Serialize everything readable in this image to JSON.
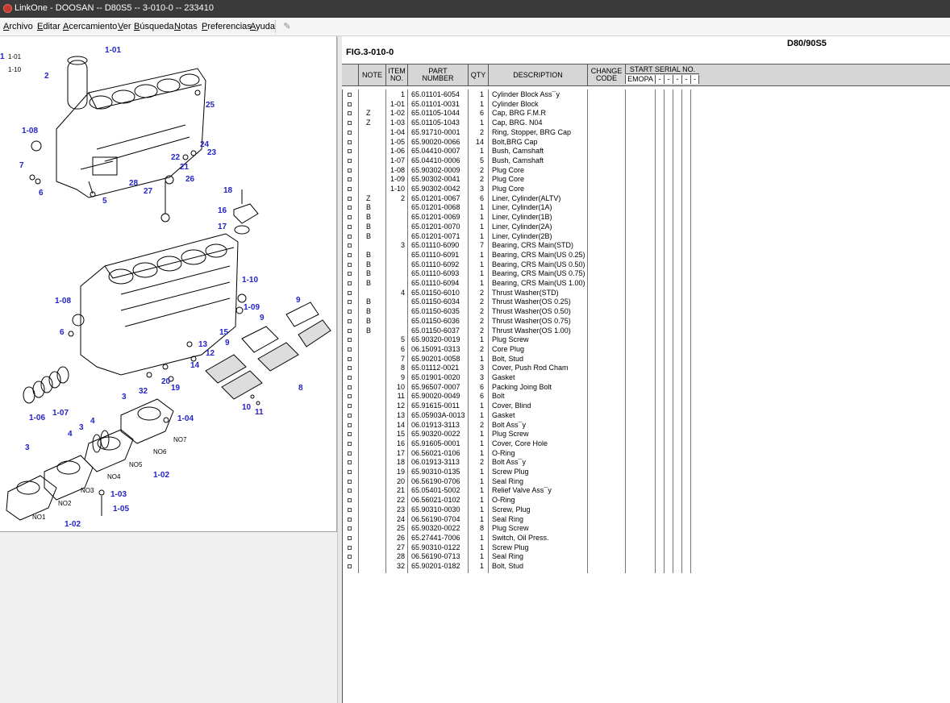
{
  "window": {
    "title": "LinkOne - DOOSAN -- D80S5 -- 3-010-0 -- 233410"
  },
  "menu": {
    "items": [
      {
        "label": "Archivo",
        "u": "A",
        "rest": "rchivo"
      },
      {
        "label": "Editar",
        "u": "E",
        "rest": "ditar"
      },
      {
        "label": "Acercamiento",
        "u": "A",
        "rest": "cercamiento"
      },
      {
        "label": "Ver",
        "u": "V",
        "rest": "er"
      },
      {
        "label": "Búsqueda",
        "u": "B",
        "rest": "úsqueda"
      },
      {
        "label": "Notas",
        "u": "N",
        "rest": "otas"
      },
      {
        "label": "Preferencias",
        "u": "P",
        "rest": "referencias"
      },
      {
        "label": "Ayuda",
        "u": "A",
        "rest": "yuda"
      }
    ]
  },
  "page": {
    "model": "D80/90S5",
    "figure": "FIG.3-010-0"
  },
  "table": {
    "headers": {
      "note": "NOTE",
      "item_1": "ITEM",
      "item_2": "NO.",
      "part_1": "PART",
      "part_2": "NUMBER",
      "qty": "QTY",
      "desc": "DESCRIPTION",
      "change_1": "CHANGE",
      "change_2": "CODE",
      "serial": "START SERIAL NO.",
      "serial_sub": [
        "EMOPA",
        "-",
        "-",
        "-",
        "-",
        "-"
      ]
    },
    "rows": [
      {
        "note": "",
        "item": "1",
        "part": "65.01101-6054",
        "qty": "1",
        "desc": "Cylinder Block Ass¯y"
      },
      {
        "note": "",
        "item": "1-01",
        "part": "65.01101-0031",
        "qty": "1",
        "desc": "Cylinder Block"
      },
      {
        "note": "Z",
        "item": "1-02",
        "part": "65.01105-1044",
        "qty": "6",
        "desc": "Cap, BRG F.M.R"
      },
      {
        "note": "Z",
        "item": "1-03",
        "part": "65.01105-1043",
        "qty": "1",
        "desc": "Cap, BRG. N04"
      },
      {
        "note": "",
        "item": "1-04",
        "part": "65.91710-0001",
        "qty": "2",
        "desc": "Ring, Stopper, BRG Cap"
      },
      {
        "note": "",
        "item": "1-05",
        "part": "65.90020-0066",
        "qty": "14",
        "desc": "Bolt,BRG Cap"
      },
      {
        "note": "",
        "item": "1-06",
        "part": "65.04410-0007",
        "qty": "1",
        "desc": "Bush, Camshaft"
      },
      {
        "note": "",
        "item": "1-07",
        "part": "65.04410-0006",
        "qty": "5",
        "desc": "Bush, Camshaft"
      },
      {
        "note": "",
        "item": "1-08",
        "part": "65.90302-0009",
        "qty": "2",
        "desc": "Plug Core"
      },
      {
        "note": "",
        "item": "1-09",
        "part": "65.90302-0041",
        "qty": "2",
        "desc": "Plug Core"
      },
      {
        "note": "",
        "item": "1-10",
        "part": "65.90302-0042",
        "qty": "3",
        "desc": "Plug Core"
      },
      {
        "note": "Z",
        "item": "2",
        "part": "65.01201-0067",
        "qty": "6",
        "desc": "Liner, Cylinder(ALTV)"
      },
      {
        "note": "B",
        "item": "",
        "part": "65.01201-0068",
        "qty": "1",
        "desc": "Liner, Cylinder(1A)"
      },
      {
        "note": "B",
        "item": "",
        "part": "65.01201-0069",
        "qty": "1",
        "desc": "Liner, Cylinder(1B)"
      },
      {
        "note": "B",
        "item": "",
        "part": "65.01201-0070",
        "qty": "1",
        "desc": "Liner, Cylinder(2A)"
      },
      {
        "note": "B",
        "item": "",
        "part": "65.01201-0071",
        "qty": "1",
        "desc": "Liner, Cylinder(2B)"
      },
      {
        "note": "",
        "item": "3",
        "part": "65.01110-6090",
        "qty": "7",
        "desc": "Bearing, CRS Main(STD)"
      },
      {
        "note": "B",
        "item": "",
        "part": "65.01110-6091",
        "qty": "1",
        "desc": "Bearing, CRS Main(US 0.25)"
      },
      {
        "note": "B",
        "item": "",
        "part": "65.01110-6092",
        "qty": "1",
        "desc": "Bearing, CRS Main(US 0.50)"
      },
      {
        "note": "B",
        "item": "",
        "part": "65.01110-6093",
        "qty": "1",
        "desc": "Bearing, CRS Main(US 0.75)"
      },
      {
        "note": "B",
        "item": "",
        "part": "65.01110-6094",
        "qty": "1",
        "desc": "Bearing, CRS Main(US 1.00)"
      },
      {
        "note": "",
        "item": "4",
        "part": "65.01150-6010",
        "qty": "2",
        "desc": "Thrust Washer(STD)"
      },
      {
        "note": "B",
        "item": "",
        "part": "65.01150-6034",
        "qty": "2",
        "desc": "Thrust Washer(OS 0.25)"
      },
      {
        "note": "B",
        "item": "",
        "part": "65.01150-6035",
        "qty": "2",
        "desc": "Thrust Washer(OS 0.50)"
      },
      {
        "note": "B",
        "item": "",
        "part": "65.01150-6036",
        "qty": "2",
        "desc": "Thrust Washer(OS 0.75)"
      },
      {
        "note": "B",
        "item": "",
        "part": "65.01150-6037",
        "qty": "2",
        "desc": "Thrust Washer(OS 1.00)"
      },
      {
        "note": "",
        "item": "5",
        "part": "65.90320-0019",
        "qty": "1",
        "desc": "Plug Screw"
      },
      {
        "note": "",
        "item": "6",
        "part": "06.15091-0313",
        "qty": "2",
        "desc": "Core Plug"
      },
      {
        "note": "",
        "item": "7",
        "part": "65.90201-0058",
        "qty": "1",
        "desc": "Bolt, Stud"
      },
      {
        "note": "",
        "item": "8",
        "part": "65.01112-0021",
        "qty": "3",
        "desc": "Cover, Push Rod Cham"
      },
      {
        "note": "",
        "item": "9",
        "part": "65.01901-0020",
        "qty": "3",
        "desc": "Gasket"
      },
      {
        "note": "",
        "item": "10",
        "part": "65.96507-0007",
        "qty": "6",
        "desc": "Packing Joing Bolt"
      },
      {
        "note": "",
        "item": "11",
        "part": "65.90020-0049",
        "qty": "6",
        "desc": "Bolt"
      },
      {
        "note": "",
        "item": "12",
        "part": "65.91615-0011",
        "qty": "1",
        "desc": "Cover, Blind"
      },
      {
        "note": "",
        "item": "13",
        "part": "65.05903A-0013",
        "qty": "1",
        "desc": "Gasket"
      },
      {
        "note": "",
        "item": "14",
        "part": "06.01913-3113",
        "qty": "2",
        "desc": "Bolt Ass¯y"
      },
      {
        "note": "",
        "item": "15",
        "part": "65.90320-0022",
        "qty": "1",
        "desc": "Plug Screw"
      },
      {
        "note": "",
        "item": "16",
        "part": "65.91605-0001",
        "qty": "1",
        "desc": "Cover, Core Hole"
      },
      {
        "note": "",
        "item": "17",
        "part": "06.56021-0106",
        "qty": "1",
        "desc": "O-Ring"
      },
      {
        "note": "",
        "item": "18",
        "part": "06.01913-3113",
        "qty": "2",
        "desc": "Bolt Ass¯y"
      },
      {
        "note": "",
        "item": "19",
        "part": "65.90310-0135",
        "qty": "1",
        "desc": "Screw Plug"
      },
      {
        "note": "",
        "item": "20",
        "part": "06.56190-0706",
        "qty": "1",
        "desc": "Seal Ring"
      },
      {
        "note": "",
        "item": "21",
        "part": "65.05401-5002",
        "qty": "1",
        "desc": "Relief Valve Ass¯y"
      },
      {
        "note": "",
        "item": "22",
        "part": "06.56021-0102",
        "qty": "1",
        "desc": "O-Ring"
      },
      {
        "note": "",
        "item": "23",
        "part": "65.90310-0030",
        "qty": "1",
        "desc": "Screw, Plug"
      },
      {
        "note": "",
        "item": "24",
        "part": "06.56190-0704",
        "qty": "1",
        "desc": "Seal Ring"
      },
      {
        "note": "",
        "item": "25",
        "part": "65.90320-0022",
        "qty": "8",
        "desc": "Plug Screw"
      },
      {
        "note": "",
        "item": "26",
        "part": "65.27441-7006",
        "qty": "1",
        "desc": "Switch, Oil Press."
      },
      {
        "note": "",
        "item": "27",
        "part": "65.90310-0122",
        "qty": "1",
        "desc": "Screw Plug"
      },
      {
        "note": "",
        "item": "28",
        "part": "06.56190-0713",
        "qty": "1",
        "desc": "Seal Ring"
      },
      {
        "note": "",
        "item": "32",
        "part": "65.90201-0182",
        "qty": "1",
        "desc": "Bolt, Stud"
      }
    ]
  },
  "diagram": {
    "callouts": [
      "1",
      "1-01",
      "1-10",
      "2",
      "1-01",
      "25",
      "1-08",
      "24",
      "23",
      "22",
      "21",
      "7",
      "26",
      "28",
      "27",
      "6",
      "5",
      "18",
      "16",
      "17",
      "1-10",
      "9",
      "1-09",
      "1-08",
      "6",
      "15",
      "13",
      "12",
      "14",
      "9",
      "20",
      "19",
      "32",
      "8",
      "10",
      "11",
      "1-06",
      "1-07",
      "3",
      "4",
      "3",
      "1-04",
      "NO7",
      "NO6",
      "NO5",
      "NO4",
      "NO3",
      "NO2",
      "NO1",
      "1-02",
      "1-03",
      "1-05",
      "1-02",
      "3"
    ]
  }
}
